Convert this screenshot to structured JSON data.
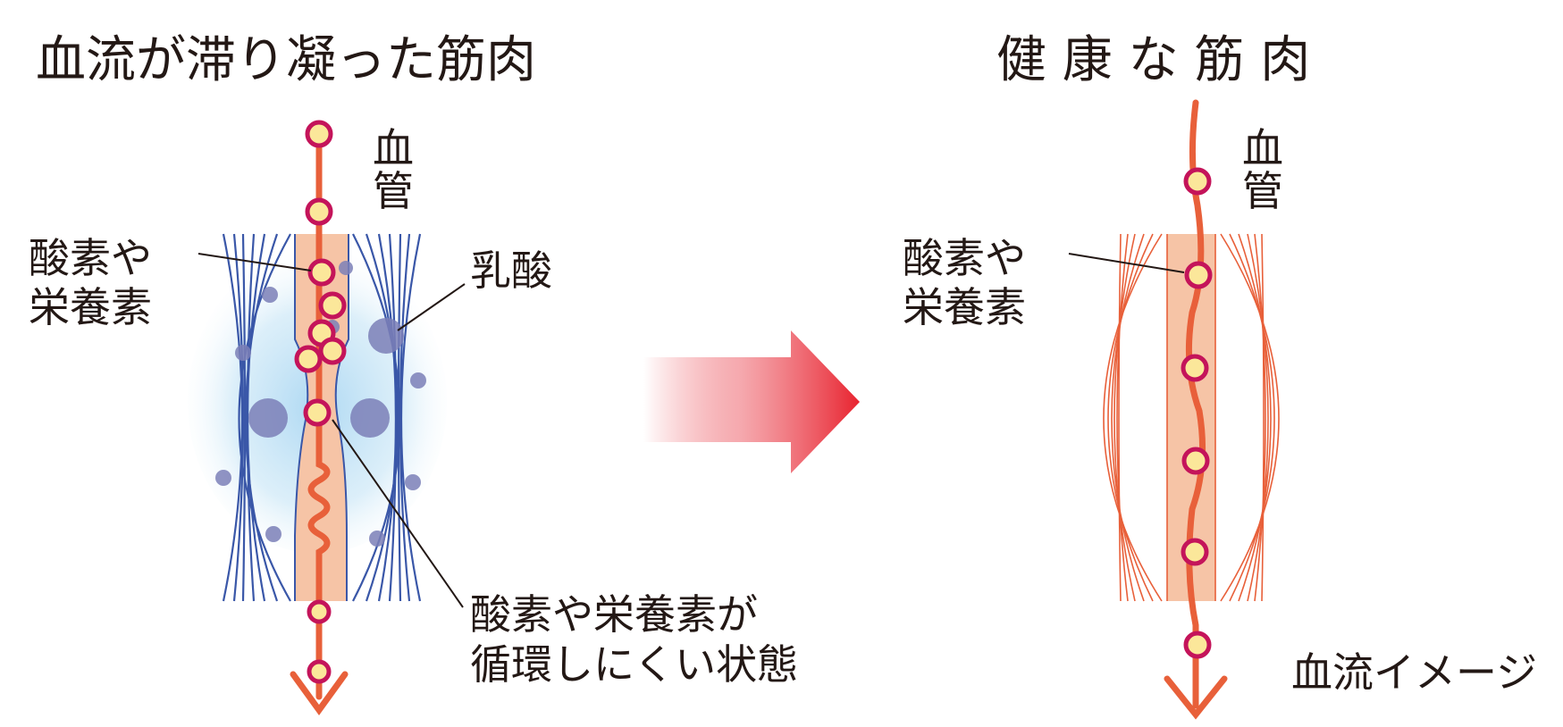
{
  "left": {
    "title": "血流が滞り凝った筋肉",
    "vessel_label": [
      "血",
      "管"
    ],
    "nutrients_label": [
      "酸素や",
      "栄養素"
    ],
    "lactic_acid_label": "乳酸",
    "poor_circulation_label": [
      "酸素や栄養素が",
      "循環しにくい状態"
    ]
  },
  "right": {
    "title": "健 康 な 筋 肉",
    "vessel_label": [
      "血",
      "管"
    ],
    "nutrients_label": [
      "酸素や",
      "栄養素"
    ],
    "blood_flow_label": "血流イメージ"
  },
  "colors": {
    "vessel": "#e8603a",
    "band": "#f6c4a6",
    "fiber_stiff": "#3a57a8",
    "fiber_healthy": "#e8603a",
    "lactic_acid": "#7c80b8",
    "cell_fill": "#fbe79a",
    "cell_stroke": "#c4145a",
    "arrow": "#e8232f"
  }
}
